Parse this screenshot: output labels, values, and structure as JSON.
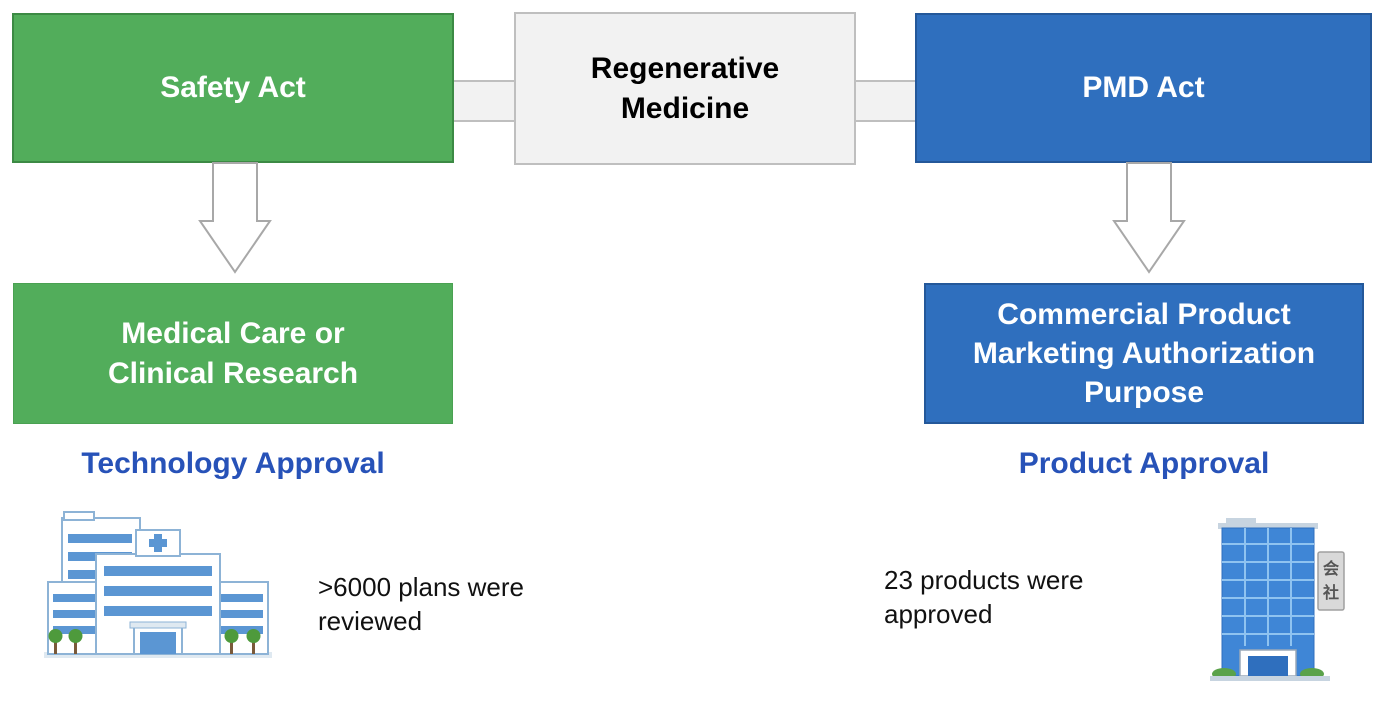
{
  "diagram": {
    "center_box": {
      "label": "Regenerative\nMedicine"
    },
    "left": {
      "act_box": {
        "label": "Safety Act"
      },
      "purpose_box": {
        "label": "Medical Care or\nClinical Research"
      },
      "approval_heading": "Technology Approval",
      "note": ">6000 plans were\nreviewed",
      "icon": "hospital-icon"
    },
    "right": {
      "act_box": {
        "label": "PMD Act"
      },
      "purpose_box": {
        "label": "Commercial Product\nMarketing Authorization\nPurpose"
      },
      "approval_heading": "Product Approval",
      "note": "23 products were\napproved",
      "icon": "office-building-icon",
      "sign_text": "会社"
    },
    "colors": {
      "green": "#52ad5b",
      "blue": "#2f6fbe",
      "gray": "#f2f2f2",
      "heading_blue": "#2752b8"
    }
  }
}
